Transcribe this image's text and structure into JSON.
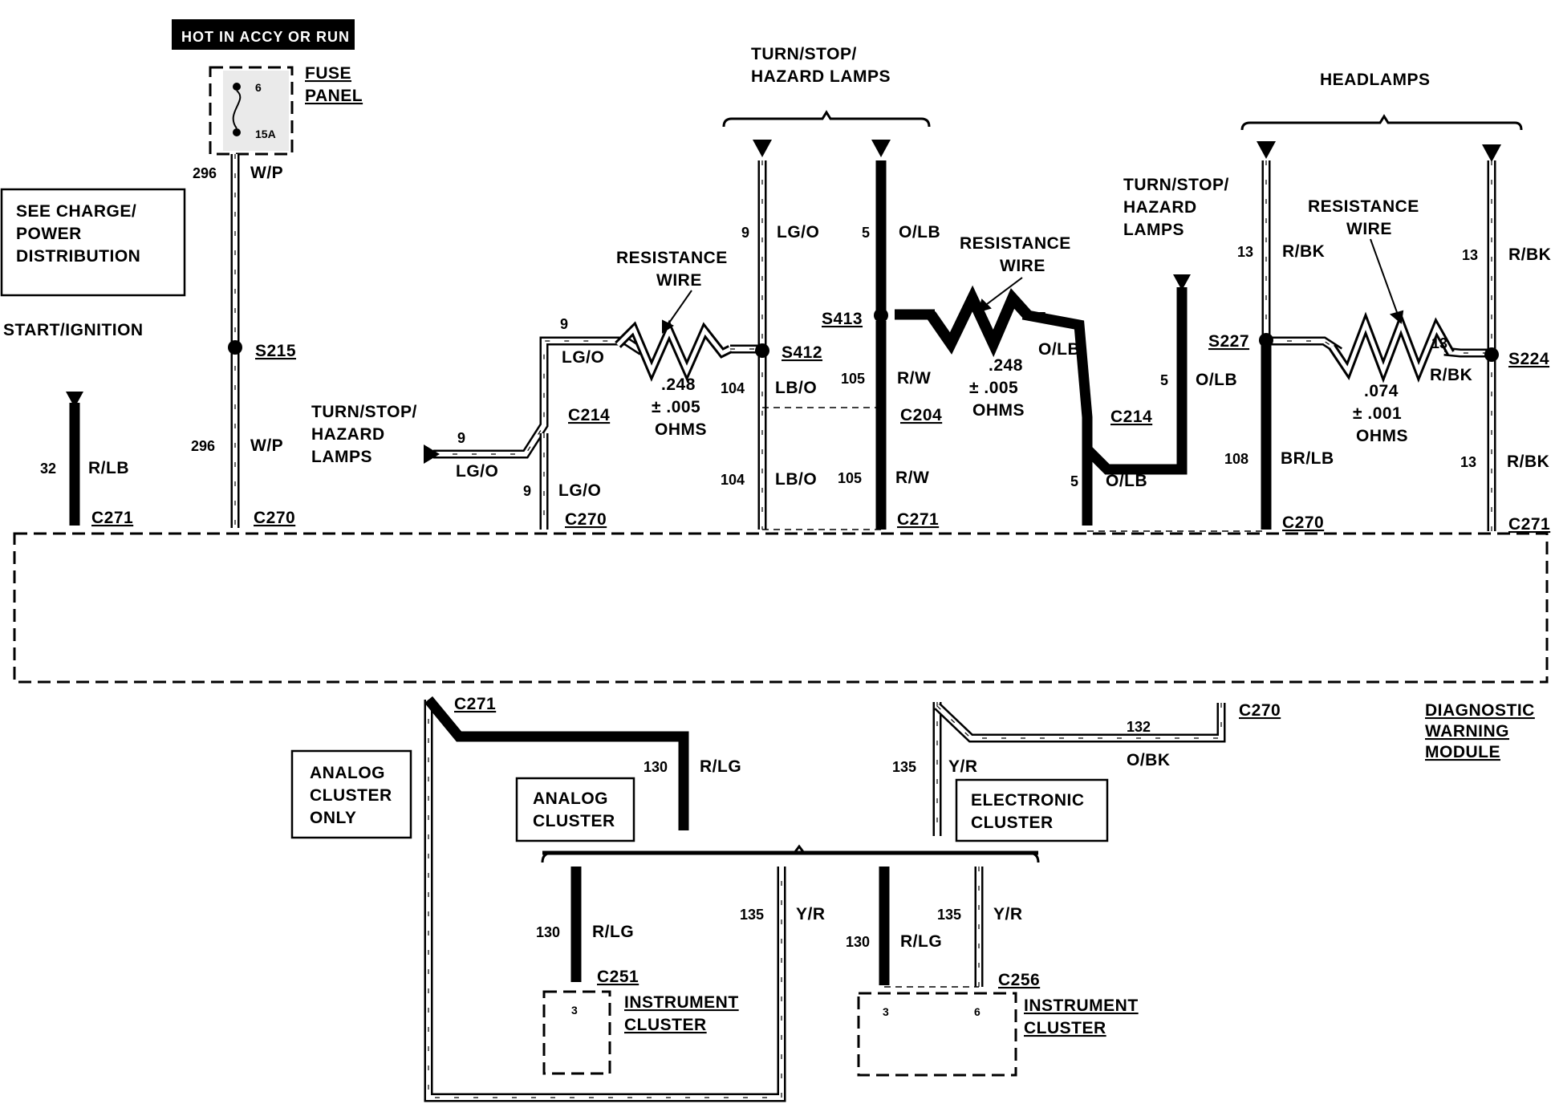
{
  "hot_label": "HOT IN ACCY OR RUN",
  "fuse": {
    "panel_label_1": "FUSE",
    "panel_label_2": "PANEL",
    "number": "6",
    "rating": "15A"
  },
  "see_charge": {
    "line1": "SEE CHARGE/",
    "line2": "POWER",
    "line3": "DISTRIBUTION"
  },
  "start_ignition": "START/IGNITION",
  "turn_stop_hazard": {
    "line1": "TURN/STOP/",
    "line2": "HAZARD LAMPS",
    "line2b": "HAZARD",
    "line3": "LAMPS"
  },
  "headlamps": "HEADLAMPS",
  "resistance_wire": {
    "line1": "RESISTANCE",
    "line2": "WIRE"
  },
  "resistors": [
    {
      "value": ".248",
      "tol": "± .005",
      "unit": "OHMS"
    },
    {
      "value": ".248",
      "tol": "± .005",
      "unit": "OHMS"
    },
    {
      "value": ".074",
      "tol": "± .001",
      "unit": "OHMS"
    }
  ],
  "splices": [
    "S215",
    "S412",
    "S413",
    "S227",
    "S224"
  ],
  "connectors": [
    "C271",
    "C270",
    "C214",
    "C204",
    "C251",
    "C256"
  ],
  "circuits": {
    "c32": "32",
    "rlb": "R/LB",
    "c296": "296",
    "wp": "W/P",
    "c9": "9",
    "lgo": "LG/O",
    "c104": "104",
    "lbo": "LB/O",
    "c5": "5",
    "olb": "O/LB",
    "c105": "105",
    "rw": "R/W",
    "c13": "13",
    "rbk": "R/BK",
    "c108": "108",
    "brlb": "BR/LB",
    "c130": "130",
    "rlg": "R/LG",
    "c135": "135",
    "yr": "Y/R",
    "c132": "132",
    "obk": "O/BK"
  },
  "dwm": {
    "line1": "DIAGNOSTIC",
    "line2": "WARNING",
    "line3": "MODULE"
  },
  "analog_cluster_only": {
    "line1": "ANALOG",
    "line2": "CLUSTER",
    "line3": "ONLY"
  },
  "analog_cluster": {
    "line1": "ANALOG",
    "line2": "CLUSTER"
  },
  "electronic_cluster": {
    "line1": "ELECTRONIC",
    "line2": "CLUSTER"
  },
  "instrument_cluster": {
    "line1": "INSTRUMENT",
    "line2": "CLUSTER"
  },
  "pins": {
    "p3": "3",
    "p6": "6"
  }
}
